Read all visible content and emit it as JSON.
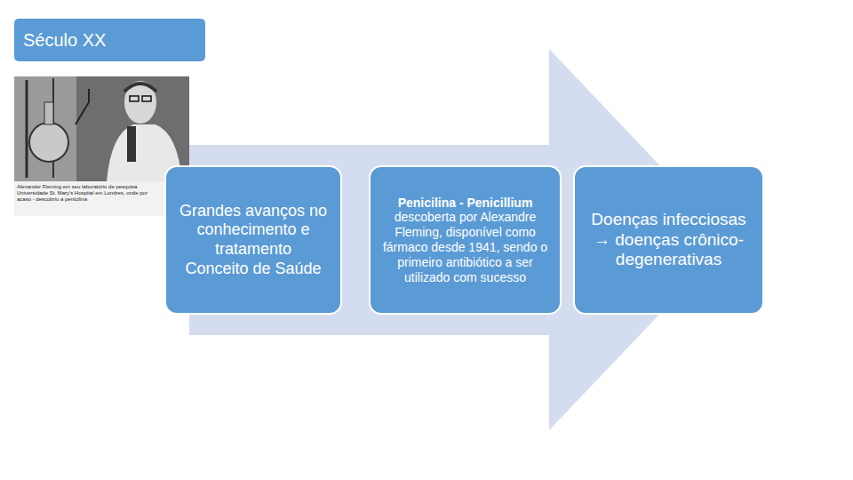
{
  "diagram": {
    "nodes": [
      {
        "text": [
          "Século XX"
        ]
      },
      {
        "text": [
          "Grandes avanços no conhecimento e tratamento",
          "Conceito de Saúde"
        ]
      },
      {
        "text": [
          "Penicilina - Penicillium",
          "descoberta por Alexandre Fleming, disponível como fármaco desde 1941, sendo o primeiro antibiótico a ser utilizado com sucesso"
        ]
      },
      {
        "text": [
          "Doenças infecciosas → doenças crônico-degenerativas"
        ]
      }
    ],
    "labels": [
      "Alexander Fleming em seu laboratório de pesquisa Universidade St. Mary's Hospital em Londres, onde por acaso - descobriu a penicilina"
    ]
  }
}
